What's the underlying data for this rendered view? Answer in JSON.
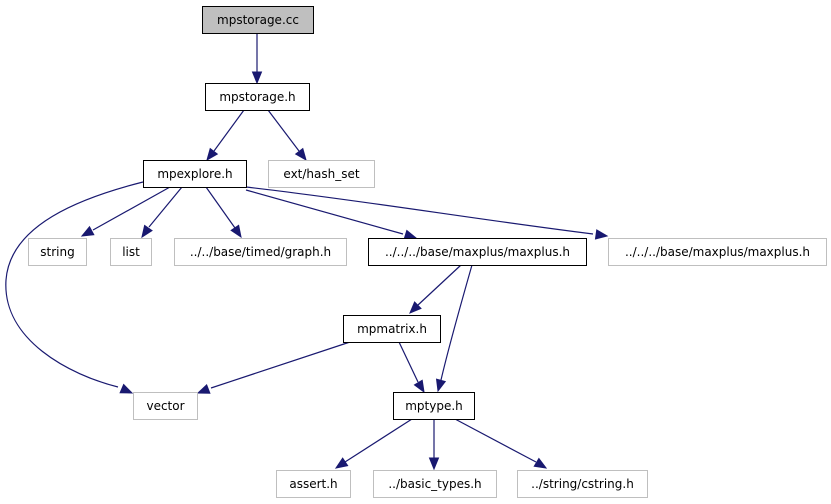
{
  "diagram": {
    "type": "include-dependency-graph",
    "colors": {
      "edge": "#191970",
      "root_fill": "#bfbfbf",
      "documented_border": "#000000",
      "undocumented_border": "#bfbfbf",
      "node_fill": "#ffffff"
    },
    "nodes": [
      {
        "id": "mpstorage_cc",
        "label": "mpstorage.cc",
        "kind": "root"
      },
      {
        "id": "mpstorage_h",
        "label": "mpstorage.h",
        "kind": "documented"
      },
      {
        "id": "mpexplore_h",
        "label": "mpexplore.h",
        "kind": "documented"
      },
      {
        "id": "hash_set",
        "label": "ext/hash_set",
        "kind": "external"
      },
      {
        "id": "string",
        "label": "string",
        "kind": "external"
      },
      {
        "id": "list",
        "label": "list",
        "kind": "external"
      },
      {
        "id": "graph_h",
        "label": "../../base/timed/graph.h",
        "kind": "external"
      },
      {
        "id": "maxplus_h",
        "label": "../../../base/maxplus/maxplus.h",
        "kind": "documented"
      },
      {
        "id": "maxplus_h2",
        "label": "../../../base/maxplus/maxplus.h",
        "kind": "external"
      },
      {
        "id": "mpmatrix_h",
        "label": "mpmatrix.h",
        "kind": "documented"
      },
      {
        "id": "vector",
        "label": "vector",
        "kind": "external"
      },
      {
        "id": "mptype_h",
        "label": "mptype.h",
        "kind": "documented"
      },
      {
        "id": "assert_h",
        "label": "assert.h",
        "kind": "external"
      },
      {
        "id": "basic_types_h",
        "label": "../basic_types.h",
        "kind": "external"
      },
      {
        "id": "cstring_h",
        "label": "../string/cstring.h",
        "kind": "external"
      }
    ],
    "edges": [
      {
        "from": "mpstorage_cc",
        "to": "mpstorage_h"
      },
      {
        "from": "mpstorage_h",
        "to": "mpexplore_h"
      },
      {
        "from": "mpstorage_h",
        "to": "hash_set"
      },
      {
        "from": "mpexplore_h",
        "to": "vector"
      },
      {
        "from": "mpexplore_h",
        "to": "string"
      },
      {
        "from": "mpexplore_h",
        "to": "list"
      },
      {
        "from": "mpexplore_h",
        "to": "graph_h"
      },
      {
        "from": "mpexplore_h",
        "to": "maxplus_h"
      },
      {
        "from": "mpexplore_h",
        "to": "maxplus_h2"
      },
      {
        "from": "maxplus_h",
        "to": "mpmatrix_h"
      },
      {
        "from": "maxplus_h",
        "to": "mptype_h"
      },
      {
        "from": "mpmatrix_h",
        "to": "vector"
      },
      {
        "from": "mpmatrix_h",
        "to": "mptype_h"
      },
      {
        "from": "mptype_h",
        "to": "assert_h"
      },
      {
        "from": "mptype_h",
        "to": "basic_types_h"
      },
      {
        "from": "mptype_h",
        "to": "cstring_h"
      }
    ]
  }
}
